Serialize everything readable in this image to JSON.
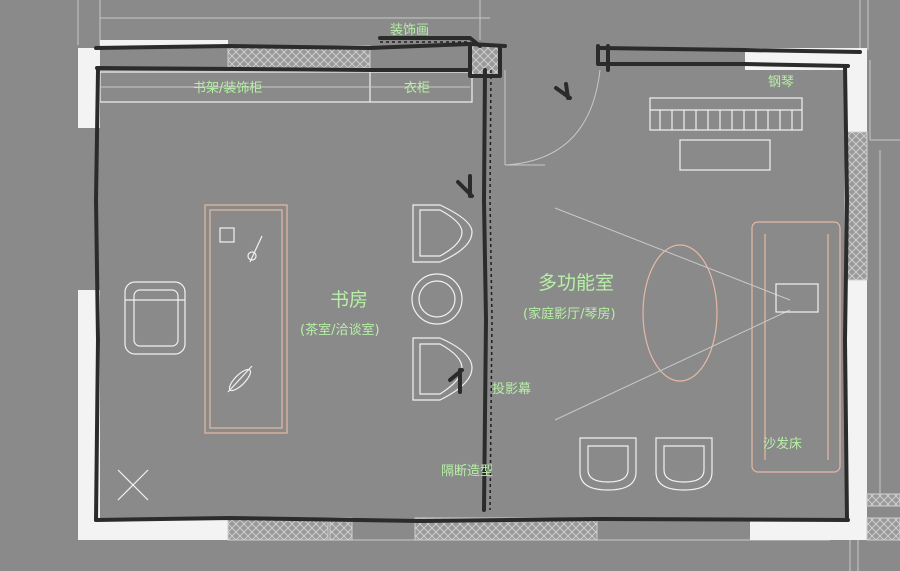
{
  "labels": {
    "decor_painting": "装饰画",
    "bookshelf": "书架/装饰柜",
    "wardrobe": "衣柜",
    "piano": "钢琴",
    "study": "书房",
    "study_sub": "(茶室/洽谈室)",
    "multi_room": "多功能室",
    "multi_room_sub": "(家庭影厅/琴房)",
    "screen": "投影幕",
    "sofa_bed": "沙发床",
    "partition": "隔断造型"
  },
  "colors": {
    "background": "#8a8a8a",
    "label": "#b6f0a6",
    "furniture": "#e7b8a3",
    "wall": "#2b2b2b",
    "pillar": "#f3f3f3"
  }
}
